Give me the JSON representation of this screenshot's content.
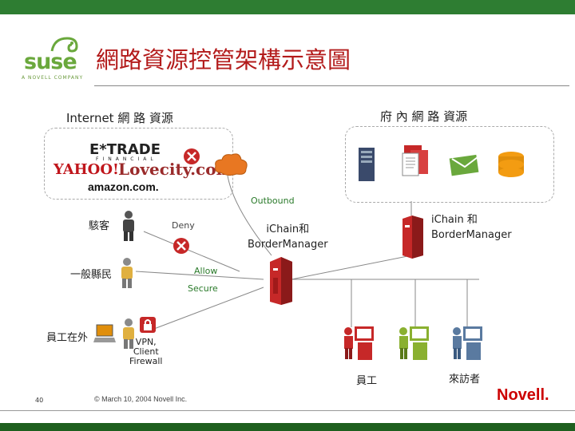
{
  "title": "網路資源控管架構示意圖",
  "logo": {
    "brand": "suse",
    "tagline": "A NOVELL COMPANY"
  },
  "internet_label": "Internet 網 路 資源",
  "intranet_label": "府 內 網 路 資源",
  "sites": {
    "etrade": "E*TRADE",
    "etrade_sub": "FINANCIAL",
    "yahoo": "YAHOO!",
    "lovecity": "Lovecity.com",
    "amazon": "amazon.com."
  },
  "labels": {
    "outbound": "Outbound",
    "deny": "Deny",
    "allow": "Allow",
    "secure": "Secure",
    "ichain_center": "iChain和\nBorderManager",
    "ichain_right": "iChain 和\nBorderManager",
    "customer": "駭客",
    "citizen": "一般縣民",
    "remote_employee": "員工在外",
    "vpn": "VPN,\nClient\nFirewall",
    "employee": "員工",
    "visitor": "來訪者"
  },
  "footer": {
    "page_number": "40",
    "copyright": "© March 10, 2004 Novell Inc.",
    "company": "Novell."
  },
  "colors": {
    "title": "#b31b1b",
    "server": "#c62828",
    "deny": "#c62828",
    "green_bar": "#2e7d32",
    "novell": "#cc0000"
  }
}
